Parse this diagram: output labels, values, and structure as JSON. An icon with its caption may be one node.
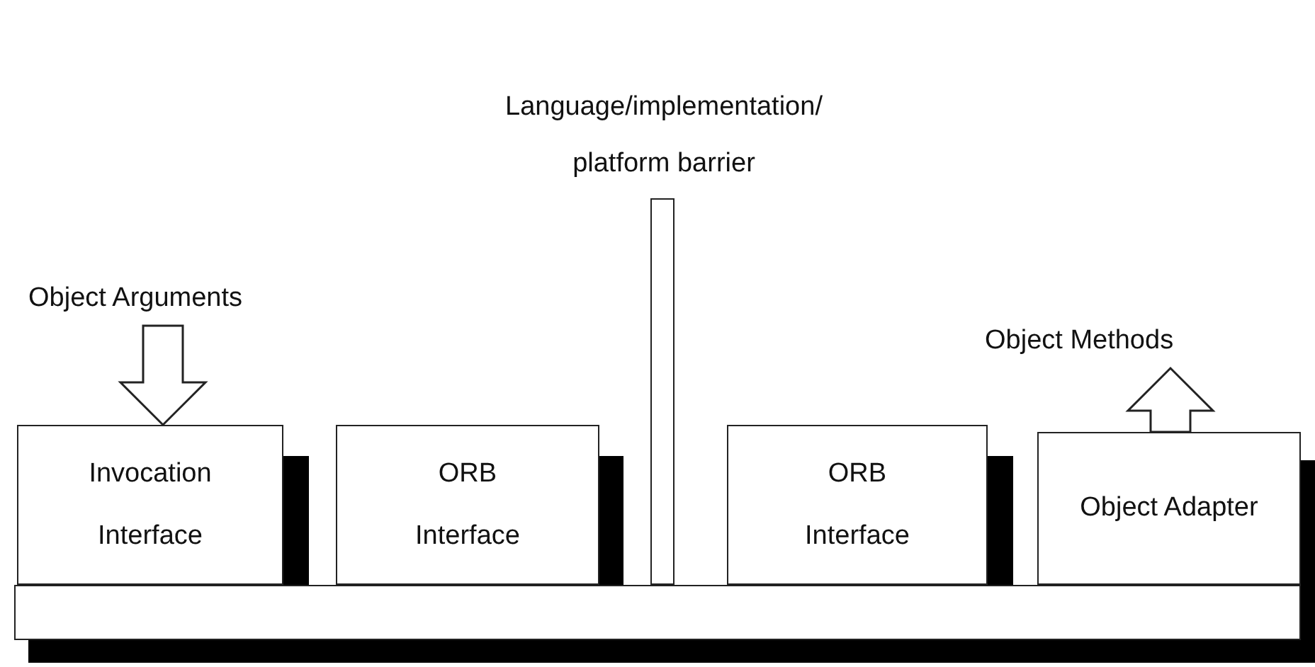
{
  "diagram": {
    "nodes": [
      {
        "text": [
          "Object Arguments"
        ]
      },
      {
        "text": [
          "Invocation Interface"
        ]
      },
      {
        "text": [
          "ORB Interface"
        ]
      },
      {
        "text": [
          "Language/implementation/ platform barrier"
        ]
      },
      {
        "text": [
          "ORB Interface"
        ]
      },
      {
        "text": [
          "Object Methods"
        ]
      },
      {
        "text": [
          "Object Adapter"
        ]
      },
      {
        "text": [],
        "shape": "bar"
      }
    ],
    "edges": [
      {
        "from": 0,
        "to": 1,
        "arrow": "to"
      },
      {
        "from": 6,
        "to": 5,
        "arrow": "to"
      }
    ]
  }
}
